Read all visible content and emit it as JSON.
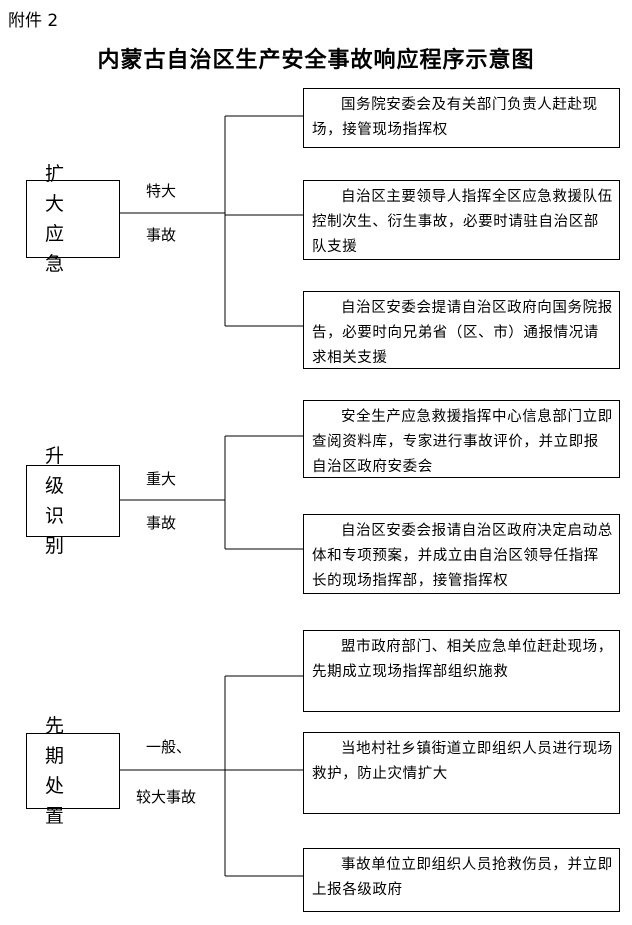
{
  "attachment_label": "附件 2",
  "title": "内蒙古自治区生产安全事故响应程序示意图",
  "stages": [
    {
      "line1": "扩 大",
      "line2": "应 急",
      "condition_top": "特大",
      "condition_bottom": "事故",
      "actions": [
        "国务院安委会及有关部门负责人赶赴现场，接管现场指挥权",
        "自治区主要领导人指挥全区应急救援队伍控制次生、衍生事故，必要时请驻自治区部队支援",
        "自治区安委会提请自治区政府向国务院报告，必要时向兄弟省（区、市）通报情况请求相关支援"
      ]
    },
    {
      "line1": "升 级",
      "line2": "识 别",
      "condition_top": "重大",
      "condition_bottom": "事故",
      "actions": [
        "安全生产应急救援指挥中心信息部门立即查阅资料库，专家进行事故评价，并立即报自治区政府安委会",
        "自治区安委会报请自治区政府决定启动总体和专项预案，并成立由自治区领导任指挥长的现场指挥部，接管指挥权"
      ]
    },
    {
      "line1": "先 期",
      "line2": "处 置",
      "condition_top": "一般、",
      "condition_bottom": "较大事故",
      "actions": [
        "盟市政府部门、相关应急单位赶赴现场，先期成立现场指挥部组织施救",
        "当地村社乡镇街道立即组织人员进行现场救护，防止灾情扩大",
        "事故单位立即组织人员抢救伤员，并立即上报各级政府"
      ]
    }
  ]
}
